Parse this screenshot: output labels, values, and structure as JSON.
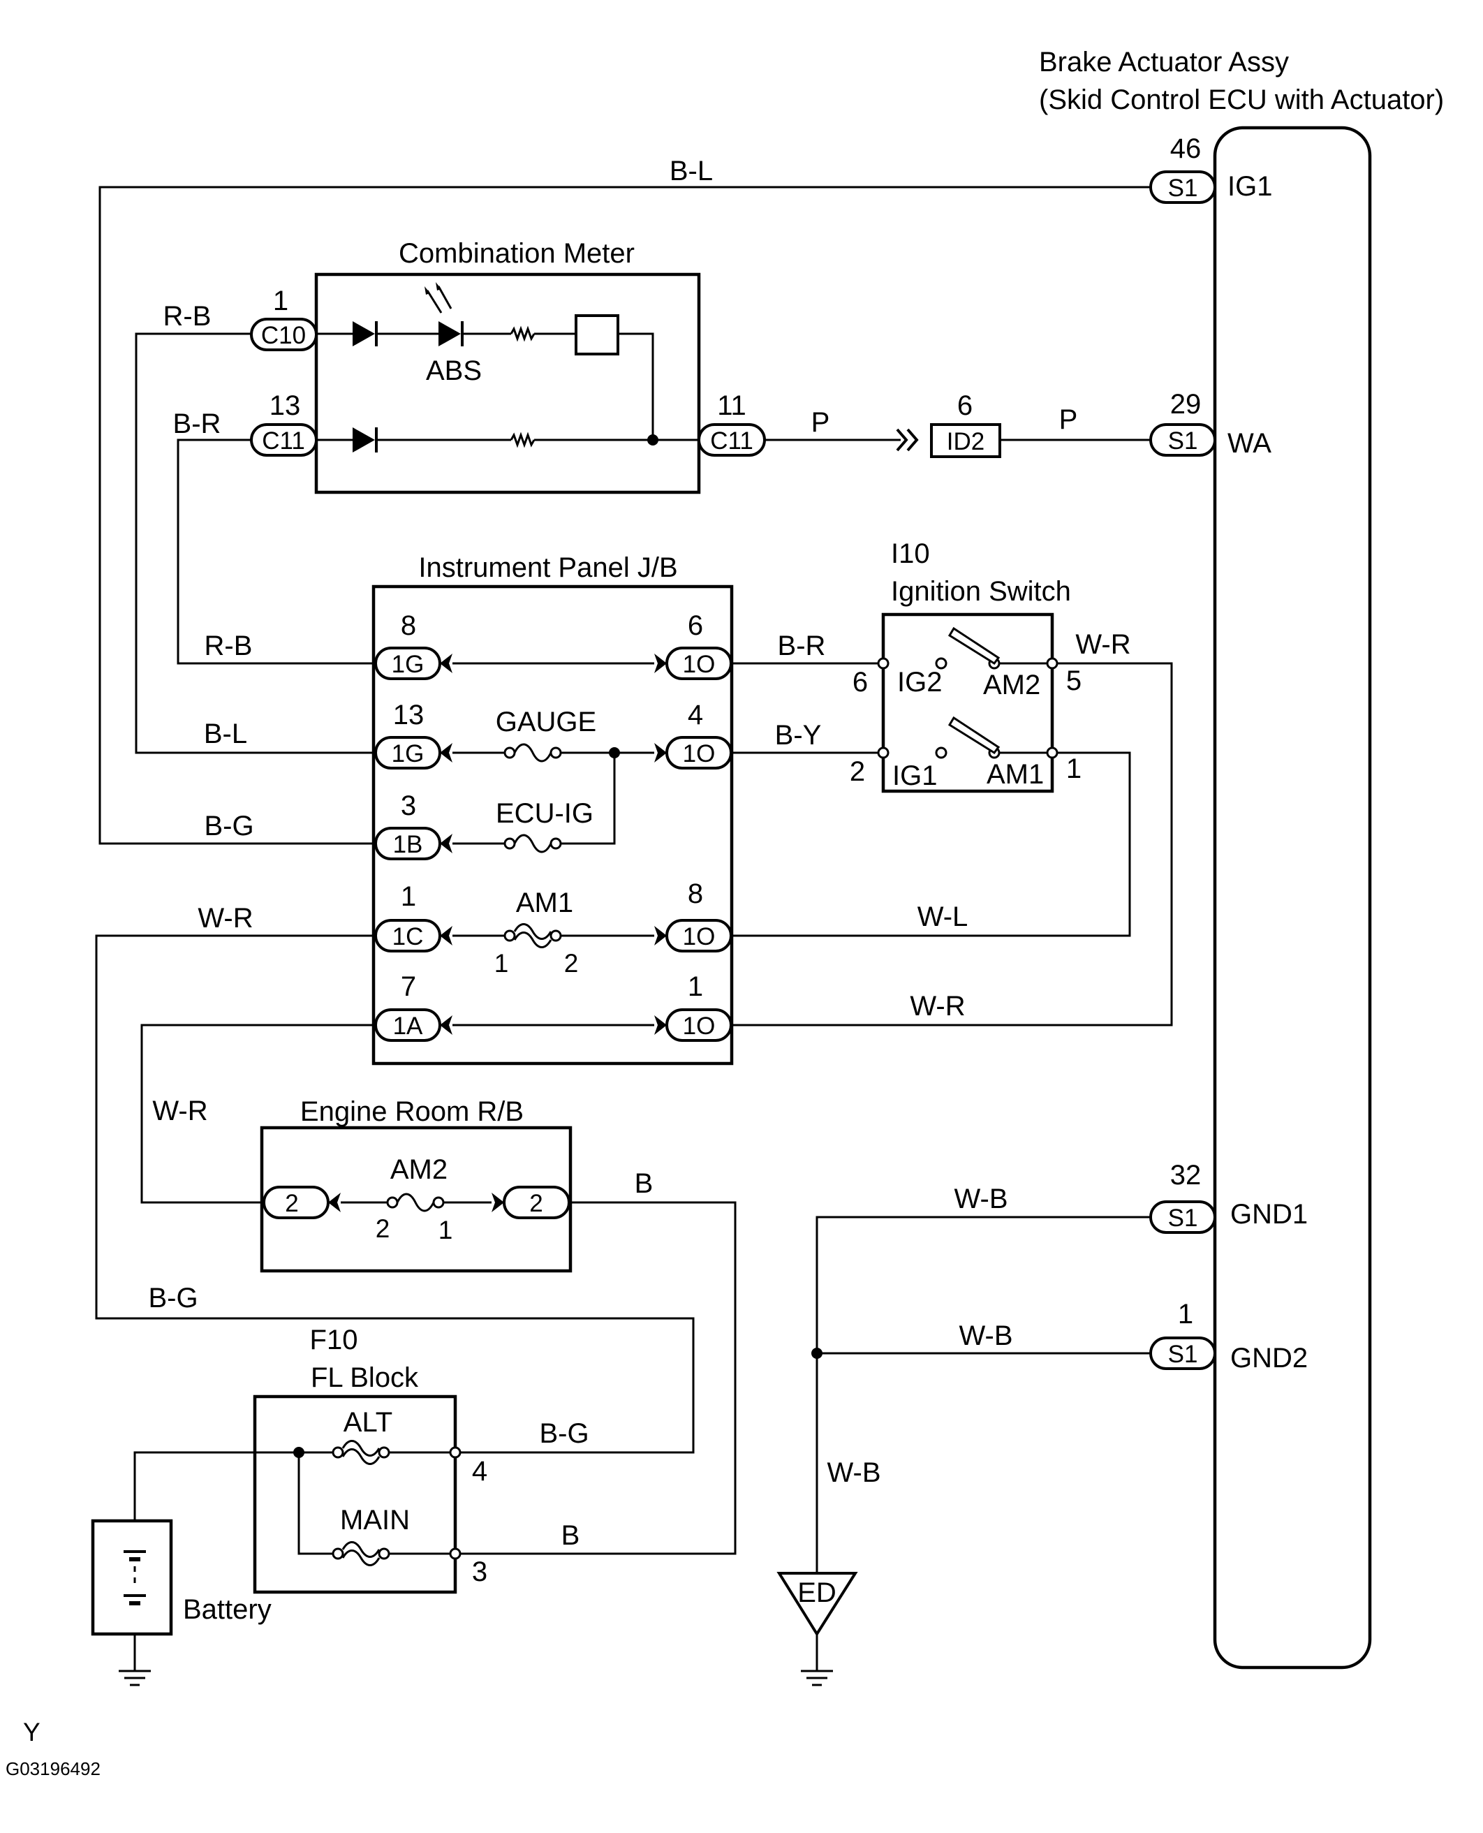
{
  "ecu": {
    "title_line1": "Brake Actuator Assy",
    "title_line2": "(Skid Control ECU with Actuator)",
    "pins": {
      "ig1": {
        "num": "46",
        "conn": "S1",
        "name": "IG1"
      },
      "wa": {
        "num": "29",
        "conn": "S1",
        "name": "WA"
      },
      "gnd1": {
        "num": "32",
        "conn": "S1",
        "name": "GND1"
      },
      "gnd2": {
        "num": "1",
        "conn": "S1",
        "name": "GND2"
      }
    }
  },
  "combination_meter": {
    "title": "Combination Meter",
    "abs_label": "ABS",
    "left_pin_top": {
      "num": "1",
      "conn": "C10"
    },
    "left_pin_bottom": {
      "num": "13",
      "conn": "C11"
    },
    "right_pin": {
      "num": "11",
      "conn": "C11"
    }
  },
  "junction_connector": {
    "num": "6",
    "conn": "ID2"
  },
  "instrument_panel_jb": {
    "title": "Instrument Panel J/B",
    "fuses": {
      "gauge": "GAUGE",
      "ecu_ig": "ECU-IG",
      "am1": "AM1"
    },
    "am1_pin_left": "1",
    "am1_pin_right": "2",
    "left_pins": [
      {
        "num": "8",
        "conn": "1G"
      },
      {
        "num": "13",
        "conn": "1G"
      },
      {
        "num": "3",
        "conn": "1B"
      },
      {
        "num": "1",
        "conn": "1C"
      },
      {
        "num": "7",
        "conn": "1A"
      }
    ],
    "right_pins": [
      {
        "num": "6",
        "conn": "1O"
      },
      {
        "num": "4",
        "conn": "1O"
      },
      {
        "num": "8",
        "conn": "1O"
      },
      {
        "num": "1",
        "conn": "1O"
      }
    ]
  },
  "ignition_switch": {
    "code": "I10",
    "title": "Ignition Switch",
    "contacts": {
      "ig2": "IG2",
      "am2": "AM2",
      "ig1": "IG1",
      "am1": "AM1"
    },
    "pins": {
      "p6": "6",
      "p5": "5",
      "p2": "2",
      "p1": "1"
    }
  },
  "engine_room_rb": {
    "title": "Engine Room R/B",
    "fuse": "AM2",
    "fuse_pin_left": "2",
    "fuse_pin_right": "1",
    "left_conn": "2",
    "right_conn": "2"
  },
  "fl_block": {
    "code": "F10",
    "title": "FL Block",
    "fuses": {
      "alt": "ALT",
      "main": "MAIN"
    },
    "pins": {
      "p4": "4",
      "p3": "3"
    }
  },
  "battery": {
    "label": "Battery"
  },
  "ground_point": {
    "label": "ED"
  },
  "wires": {
    "bl_top": "B-L",
    "rb_meter": "R-B",
    "br_meter": "B-R",
    "p_left": "P",
    "p_right": "P",
    "rb_jb": "R-B",
    "bl_jb": "B-L",
    "bg_jb": "B-G",
    "wr_jb": "W-R",
    "br_sw": "B-R",
    "by_sw": "B-Y",
    "wr_sw": "W-R",
    "wl": "W-L",
    "wr_am2": "W-R",
    "wr_left": "W-R",
    "b_rb": "B",
    "bg_long": "B-G",
    "bg_fl": "B-G",
    "b_fl": "B",
    "wb_gnd1": "W-B",
    "wb_gnd2": "W-B",
    "wb_vert": "W-B"
  },
  "footer": {
    "letter": "Y",
    "code": "G03196492"
  }
}
